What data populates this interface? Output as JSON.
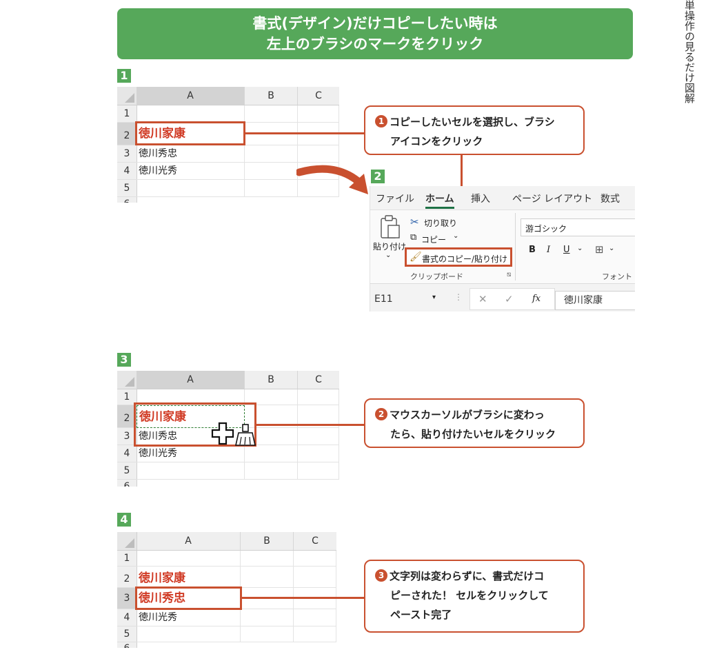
{
  "banner": {
    "line1": "書式(デザイン)だけコピーしたい時は",
    "line2": "左上のブラシのマークをクリック"
  },
  "side_text": "単操作の見るだけ図解",
  "steps": [
    "1",
    "2",
    "3",
    "4"
  ],
  "sheet": {
    "columns": [
      "A",
      "B",
      "C"
    ],
    "rows": [
      "1",
      "2",
      "3",
      "4",
      "5",
      "6"
    ],
    "cells": {
      "ieyasu": "徳川家康",
      "hidetada": "徳川秀忠",
      "mitsuhide": "徳川光秀"
    }
  },
  "callouts": {
    "c1": {
      "num": "1",
      "line1": "コピーしたいセルを選択し、ブラシ",
      "line2": "アイコンをクリック"
    },
    "c2": {
      "num": "2",
      "line1": "マウスカーソルがブラシに変わっ",
      "line2": "たら、貼り付けたいセルをクリック"
    },
    "c3": {
      "num": "3",
      "line1": "文字列は変わらずに、書式だけコ",
      "line2": "ピーされた！ セルをクリックして",
      "line3": "ペースト完了"
    }
  },
  "ribbon": {
    "tabs": [
      "ファイル",
      "ホーム",
      "挿入",
      "ページ レイアウト",
      "数式"
    ],
    "paste_label": "貼り付け",
    "cut_label": "切り取り",
    "copy_label": "コピー",
    "format_painter_label": "書式のコピー/貼り付け",
    "clipboard_group": "クリップボード",
    "font_name": "游ゴシック",
    "bold": "B",
    "italic": "I",
    "underline": "U",
    "font_group": "フォント",
    "name_box": "E11",
    "fx": "fx",
    "formula_value": "徳川家康"
  },
  "colors": {
    "banner_green": "#56a85a",
    "accent_red": "#c9502f",
    "text_red": "#d03a24",
    "excel_green": "#1e7145"
  }
}
